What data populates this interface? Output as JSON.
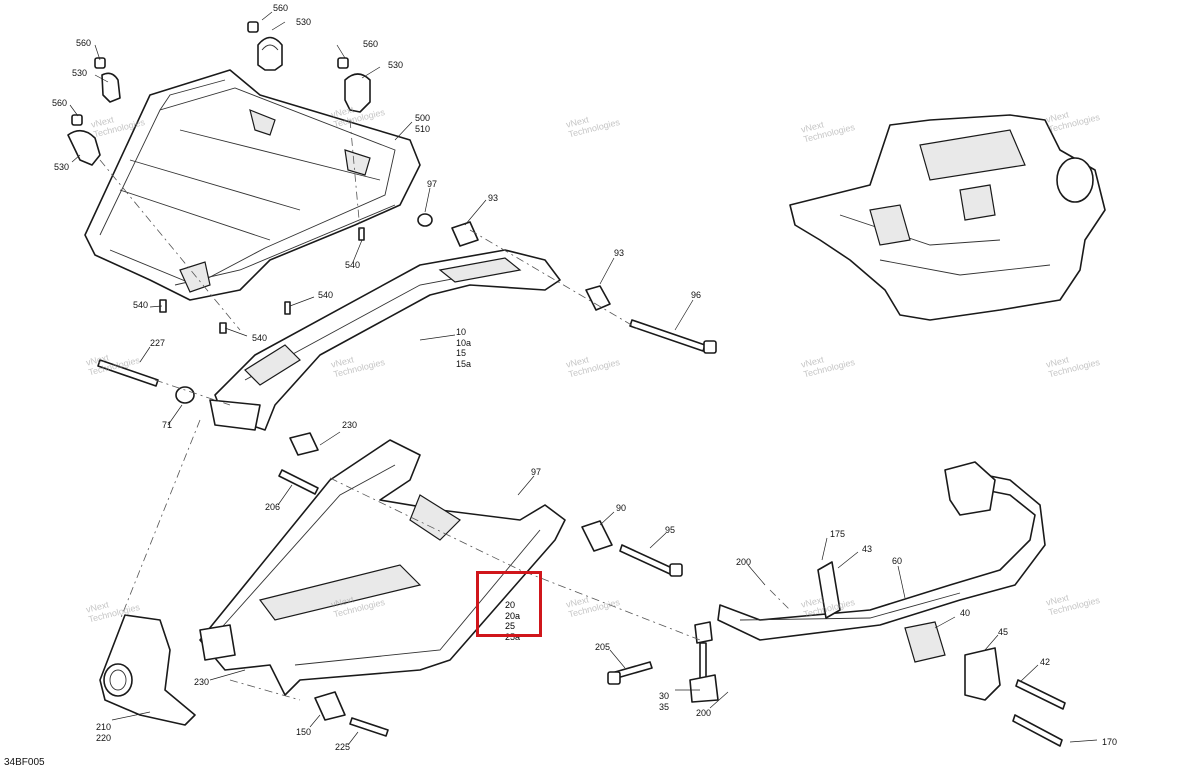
{
  "diagram": {
    "reference_code": "34BF005",
    "watermark": [
      "vNext",
      "Technologies"
    ],
    "callouts": [
      {
        "id": "c560a",
        "text": "560"
      },
      {
        "id": "c530a",
        "text": "530"
      },
      {
        "id": "c560b",
        "text": "560"
      },
      {
        "id": "c530b",
        "text": "530"
      },
      {
        "id": "c560c",
        "text": "560"
      },
      {
        "id": "c530c",
        "text": "530"
      },
      {
        "id": "c560d",
        "text": "560"
      },
      {
        "id": "c530d",
        "text": "530"
      },
      {
        "id": "c540a",
        "text": "540"
      },
      {
        "id": "c540b",
        "text": "540"
      },
      {
        "id": "c540c",
        "text": "540"
      },
      {
        "id": "c540d",
        "text": "540"
      },
      {
        "id": "c97a",
        "text": "97"
      },
      {
        "id": "c93a",
        "text": "93"
      },
      {
        "id": "c93b",
        "text": "93"
      },
      {
        "id": "c96",
        "text": "96"
      },
      {
        "id": "c227",
        "text": "227"
      },
      {
        "id": "c71",
        "text": "71"
      },
      {
        "id": "c230a",
        "text": "230"
      },
      {
        "id": "c206",
        "text": "206"
      },
      {
        "id": "c97b",
        "text": "97"
      },
      {
        "id": "c90",
        "text": "90"
      },
      {
        "id": "c95",
        "text": "95"
      },
      {
        "id": "c175",
        "text": "175"
      },
      {
        "id": "c43",
        "text": "43"
      },
      {
        "id": "c200a",
        "text": "200"
      },
      {
        "id": "c60",
        "text": "60"
      },
      {
        "id": "c40",
        "text": "40"
      },
      {
        "id": "c45",
        "text": "45"
      },
      {
        "id": "c42",
        "text": "42"
      },
      {
        "id": "c205",
        "text": "205"
      },
      {
        "id": "c30",
        "text": "30"
      },
      {
        "id": "c35",
        "text": "35"
      },
      {
        "id": "c200b",
        "text": "200"
      },
      {
        "id": "c170",
        "text": "170"
      },
      {
        "id": "c230b",
        "text": "230"
      },
      {
        "id": "c150",
        "text": "150"
      },
      {
        "id": "c225",
        "text": "225"
      },
      {
        "id": "c210",
        "text": "210"
      },
      {
        "id": "c220",
        "text": "220"
      }
    ],
    "stack_500": [
      "500",
      "510"
    ],
    "stack_10": [
      "10",
      "10a",
      "15",
      "15a"
    ],
    "highlighted": [
      "20",
      "20a",
      "25",
      "25a"
    ],
    "colors": {
      "highlight": "#d0161b",
      "line": "#1a1a1a",
      "watermark": "#969696"
    }
  }
}
